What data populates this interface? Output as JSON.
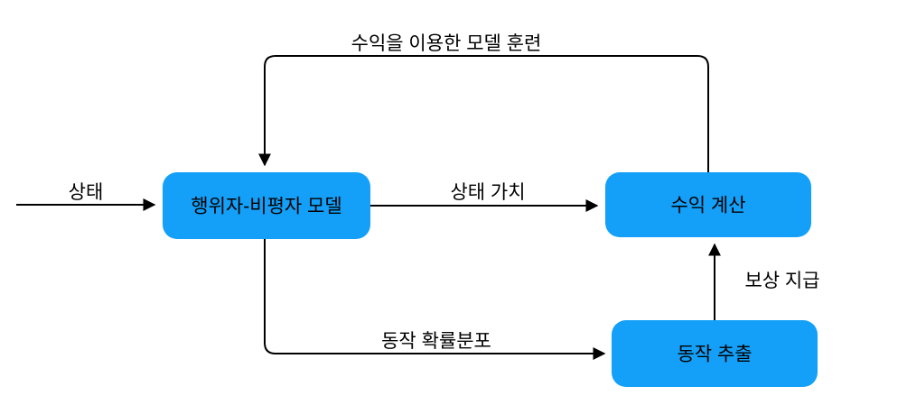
{
  "diagram": {
    "title": "actor-critic reinforcement learning flow",
    "background_color": "#ffffff",
    "node_fill_color": "#14A0F8",
    "line_color": "#000000",
    "label_color": "#000000",
    "nodes": {
      "actor_critic": {
        "label": "행위자-비평자 모델"
      },
      "return_calc": {
        "label": "수익 계산"
      },
      "action_sampling": {
        "label": "동작 추출"
      }
    },
    "edges": {
      "state_input": {
        "label": "상태",
        "from": "external",
        "to": "actor_critic"
      },
      "state_value": {
        "label": "상태 가치",
        "from": "actor_critic",
        "to": "return_calc"
      },
      "model_training": {
        "label": "수익을 이용한 모델 훈련",
        "from": "return_calc",
        "to": "actor_critic"
      },
      "action_prob": {
        "label": "동작 확률분포",
        "from": "actor_critic",
        "to": "action_sampling"
      },
      "reward": {
        "label": "보상 지급",
        "from": "action_sampling",
        "to": "return_calc"
      }
    }
  }
}
